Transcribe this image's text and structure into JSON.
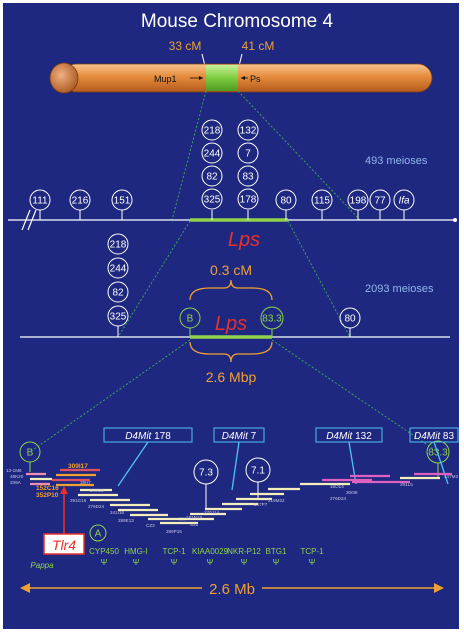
{
  "title": "Mouse Chromosome 4",
  "chromosome": {
    "left_cM": "33 cM",
    "right_cM": "41 cM",
    "left_gene": "Mup1",
    "right_gene": "Ps"
  },
  "map1": {
    "meioses": "493 meioses",
    "gene": "Lps",
    "single_markers": [
      "111",
      "216",
      "151",
      "80",
      "115",
      "198",
      "77",
      "Ifa"
    ],
    "stack_a": [
      "218",
      "244",
      "82",
      "325"
    ],
    "stack_b": [
      "132",
      "7",
      "83",
      "178"
    ]
  },
  "map2": {
    "meioses": "2093 meioses",
    "gene": "Lps",
    "stack_left": [
      "218",
      "244",
      "82",
      "325"
    ],
    "marker_b": "B",
    "marker_833": "83.3",
    "marker_80": "80",
    "distance_cM": "0.3 cM",
    "distance_Mbp": "2.6 Mbp"
  },
  "contig": {
    "marker_b": "B",
    "marker_833": "83.3",
    "marker_a": "A",
    "marker_73": "7.3",
    "marker_71": "7.1",
    "d4mit_prefix": "D4Mit",
    "d4mit": [
      "178",
      "7",
      "132",
      "83"
    ],
    "clone_labels": [
      "13-1M6",
      "48K20",
      "339A",
      "309I17",
      "152C16",
      "352P10",
      "38H7",
      "249C5",
      "291G16",
      "276D24",
      "241I16",
      "289E13",
      "CZ3",
      "289P15",
      "S21",
      "181N19",
      "270J14",
      "247P7",
      "219M22",
      "16O14",
      "300I8",
      "276D24",
      "291L5",
      "147M2"
    ],
    "gene_tlr4": "Tlr4",
    "gene_pappa": "Pappa",
    "pseudogenes": [
      "CYP450",
      "HMG-I",
      "TCP-1",
      "KIAA0029",
      "NKR-P12",
      "BTG1",
      "TCP-1"
    ],
    "psi": "Ψ",
    "span": "2.6 Mb"
  },
  "colors": {
    "background": "#1e2880",
    "white": "#ffffff",
    "orange": "#f0a030",
    "green": "#8fd34a",
    "red": "#e8302a",
    "cyan": "#4ec3f0",
    "light_blue": "#8fb8e8",
    "magenta": "#e060c0",
    "pale_yellow": "#f5eebc"
  }
}
